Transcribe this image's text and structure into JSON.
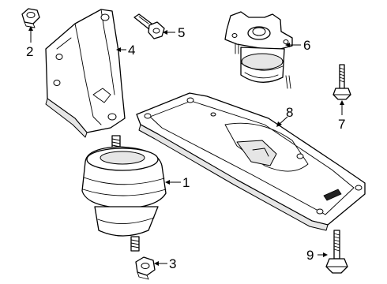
{
  "callouts": [
    {
      "id": "1",
      "text": "1"
    },
    {
      "id": "2",
      "text": "2"
    },
    {
      "id": "3",
      "text": "3"
    },
    {
      "id": "4",
      "text": "4"
    },
    {
      "id": "5",
      "text": "5"
    },
    {
      "id": "6",
      "text": "6"
    },
    {
      "id": "7",
      "text": "7"
    },
    {
      "id": "8",
      "text": "8"
    },
    {
      "id": "9",
      "text": "9"
    }
  ],
  "colors": {
    "line": "#000000",
    "background": "#ffffff",
    "shade": "#e6e6e6"
  }
}
